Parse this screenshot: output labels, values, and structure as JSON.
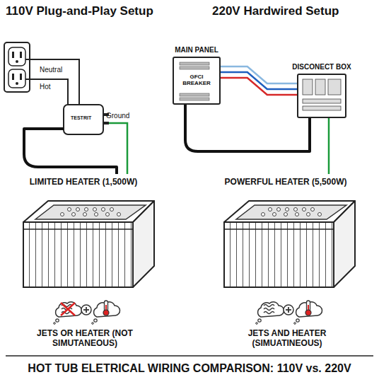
{
  "diagram": {
    "caption": "HOT TUB ELETRICAL WIRING COMPARISON: 110V vs. 220V",
    "nodes": [
      {
        "text": [
          "MAIN PANEL",
          "GFCI BREAKER"
        ]
      },
      {
        "text": [
          "DISCONECT BOX"
        ]
      }
    ],
    "edges": [
      {
        "from": 0,
        "to": 1,
        "arrow": "none"
      }
    ],
    "labels": [
      "110V Plug-and-Play Setup",
      "220V Hardwired Setup",
      "Neutral",
      "Hot",
      "Ground",
      "TESTRIT",
      "LIMITED HEATER (1,500W)",
      "POWERFUL HEATER (5,500W)",
      "JETS OR HEATER (NOT SIMUTANEOUS)",
      "JETS AND HEATER (SIMUATINEOUS)"
    ]
  }
}
